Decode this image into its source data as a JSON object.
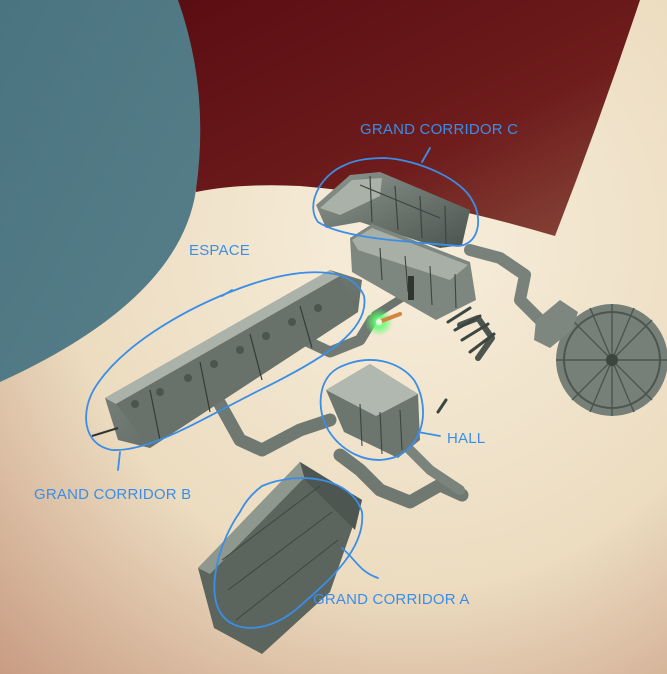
{
  "labels": {
    "corridor_c": "GRAND CORRIDOR C",
    "espace": "ESPACE",
    "hall": "HALL",
    "corridor_b": "GRAND CORRIDOR B",
    "corridor_a": "GRAND CORRIDOR A"
  },
  "colors": {
    "annotation": "#3a8ee8",
    "sky_light": "#f2e7d2",
    "sky_warm": "#c99a7c",
    "planet_blue": "#4f7b87",
    "planet_red": "#6e1b1c",
    "structure": "#5e6a62",
    "structure_dark": "#3c4540",
    "structure_light": "#9aa39a",
    "beacon": "#58ff6a"
  },
  "icons": {
    "beacon": "green-light-beacon-icon"
  }
}
